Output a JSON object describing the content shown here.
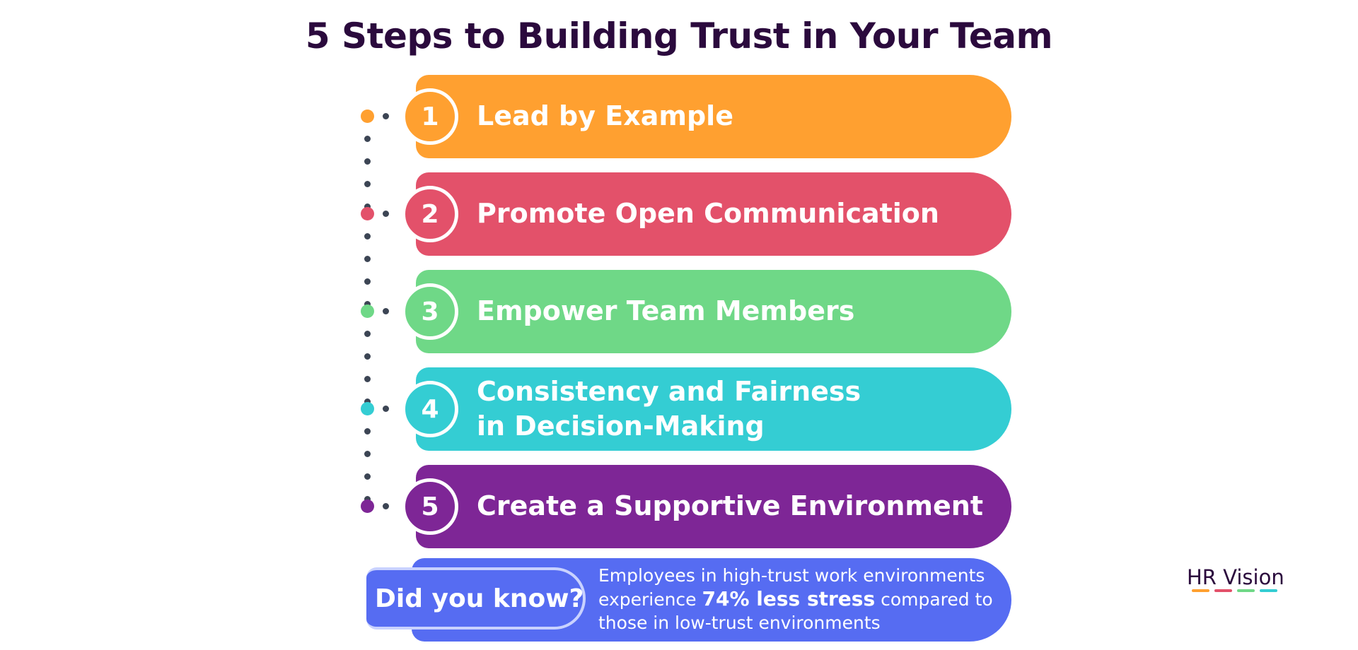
{
  "title": "5 Steps to Building Trust in Your Team",
  "steps": [
    {
      "number": "1",
      "label": "Lead by Example",
      "color": "#FFA030"
    },
    {
      "number": "2",
      "label": "Promote Open Communication",
      "color": "#E3516A"
    },
    {
      "number": "3",
      "label": "Empower Team Members",
      "color": "#6FD887"
    },
    {
      "number": "4",
      "label_line1": "Consistency and Fairness",
      "label_line2": "in Decision-Making",
      "color": "#34CDD3"
    },
    {
      "number": "5",
      "label": "Create a Supportive Environment",
      "color": "#7E2696"
    }
  ],
  "fact": {
    "heading": "Did you know?",
    "text_before": "Employees in high-trust work environments experience",
    "highlight": "74% less stress",
    "text_after": "compared to those in low-trust environments",
    "color": "#566CF2"
  },
  "brand": {
    "name": "HR Vision",
    "colors": [
      "#FFA030",
      "#E3516A",
      "#6FD887",
      "#34CDD3"
    ]
  }
}
